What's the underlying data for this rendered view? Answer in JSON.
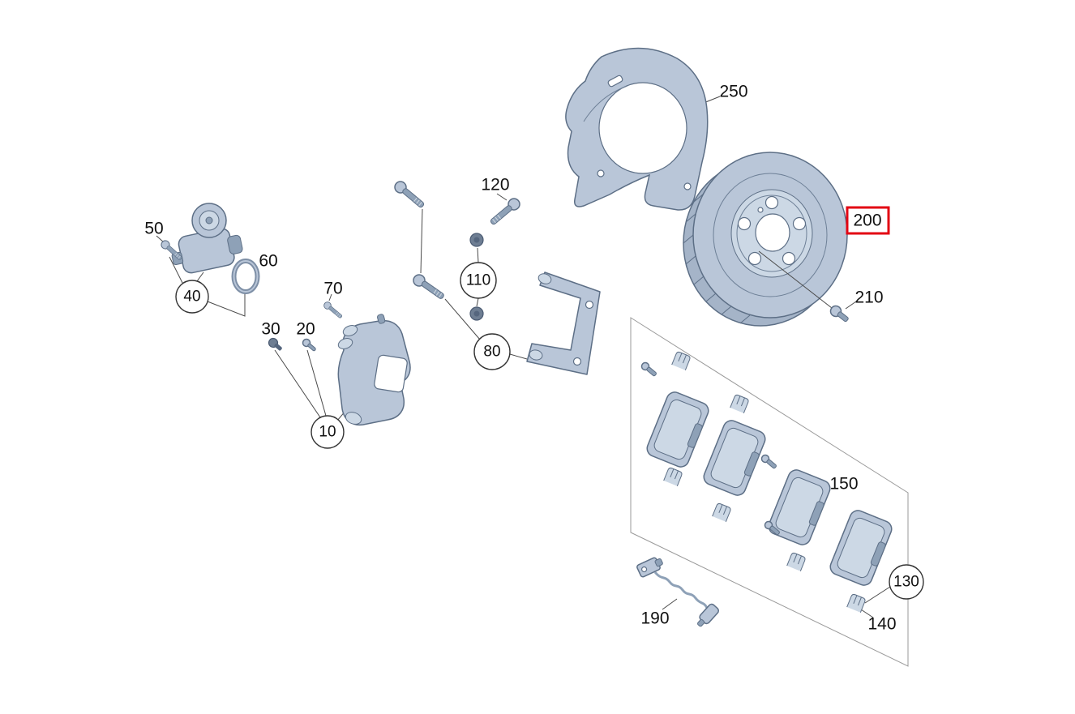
{
  "page": {
    "background": "#ffffff"
  },
  "colors": {
    "highlight": "#e30613",
    "part_fill": "#b9c6d8",
    "part_fill_light": "#ccd8e5",
    "part_fill_dark": "#8ea1b7",
    "part_stroke": "#5d6f86",
    "leader_line": "#4a4a4a",
    "callout_text": "#111111"
  },
  "callouts": {
    "c10": {
      "label": "10",
      "shape": "circle"
    },
    "c20": {
      "label": "20",
      "shape": "plain"
    },
    "c30": {
      "label": "30",
      "shape": "plain"
    },
    "c40": {
      "label": "40",
      "shape": "circle"
    },
    "c50": {
      "label": "50",
      "shape": "plain"
    },
    "c60": {
      "label": "60",
      "shape": "plain"
    },
    "c70": {
      "label": "70",
      "shape": "plain"
    },
    "c80": {
      "label": "80",
      "shape": "circle"
    },
    "c110": {
      "label": "110",
      "shape": "circle"
    },
    "c120": {
      "label": "120",
      "shape": "plain"
    },
    "c130": {
      "label": "130",
      "shape": "circle"
    },
    "c140": {
      "label": "140",
      "shape": "plain"
    },
    "c150": {
      "label": "150",
      "shape": "plain"
    },
    "c190": {
      "label": "190",
      "shape": "plain"
    },
    "c200": {
      "label": "200",
      "shape": "highlight-box"
    },
    "c210": {
      "label": "210",
      "shape": "plain"
    },
    "c250": {
      "label": "250",
      "shape": "plain"
    }
  }
}
